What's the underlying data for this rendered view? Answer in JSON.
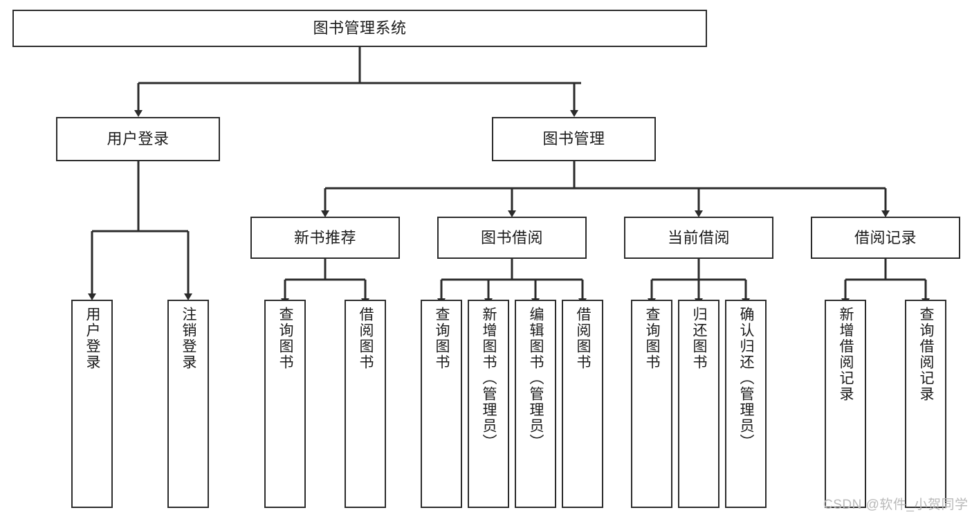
{
  "diagram": {
    "title": "图书管理系统",
    "type": "tree-hierarchy-chart",
    "line_color": "#2b2b2b",
    "box_fill": "#ffffff",
    "text_color": "#1a1a1a"
  },
  "watermark": {
    "text": "CSDN @软件_小贺同学",
    "color": "#b9b9b9"
  },
  "nodes": {
    "root": {
      "label": "图书管理系统"
    },
    "level2": [
      {
        "id": "user-login",
        "label": "用户登录"
      },
      {
        "id": "book-manage",
        "label": "图书管理"
      }
    ],
    "level3": [
      {
        "id": "new-book-recommend",
        "label": "新书推荐"
      },
      {
        "id": "book-borrow",
        "label": "图书借阅"
      },
      {
        "id": "current-borrow",
        "label": "当前借阅"
      },
      {
        "id": "borrow-record",
        "label": "借阅记录"
      }
    ],
    "leaves": {
      "user_login": [
        {
          "id": "leaf-user-login",
          "label": "用户登录"
        },
        {
          "id": "leaf-logout-login",
          "label": "注销登录"
        }
      ],
      "new_book_recommend": [
        {
          "id": "leaf-query-book-1",
          "label": "查询图书"
        },
        {
          "id": "leaf-borrow-book-1",
          "label": "借阅图书"
        }
      ],
      "book_borrow": [
        {
          "id": "leaf-query-book-2",
          "label": "查询图书"
        },
        {
          "id": "leaf-add-book",
          "label": "新增图书（管理员）"
        },
        {
          "id": "leaf-edit-book",
          "label": "编辑图书（管理员）"
        },
        {
          "id": "leaf-borrow-book-2",
          "label": "借阅图书"
        }
      ],
      "current_borrow": [
        {
          "id": "leaf-query-book-3",
          "label": "查询图书"
        },
        {
          "id": "leaf-return-book",
          "label": "归还图书"
        },
        {
          "id": "leaf-confirm-return",
          "label": "确认归还（管理员）"
        }
      ],
      "borrow_record": [
        {
          "id": "leaf-add-record",
          "label": "新增借阅记录"
        },
        {
          "id": "leaf-query-record",
          "label": "查询借阅记录"
        }
      ]
    }
  },
  "chart_data": {
    "type": "table",
    "title": "图书管理系统 功能结构图",
    "hierarchy": [
      {
        "level": 1,
        "label": "图书管理系统",
        "children": [
          {
            "level": 2,
            "label": "用户登录",
            "children": [
              {
                "level": 3,
                "label": "用户登录"
              },
              {
                "level": 3,
                "label": "注销登录"
              }
            ]
          },
          {
            "level": 2,
            "label": "图书管理",
            "children": [
              {
                "level": 3,
                "label": "新书推荐",
                "children": [
                  {
                    "level": 4,
                    "label": "查询图书"
                  },
                  {
                    "level": 4,
                    "label": "借阅图书"
                  }
                ]
              },
              {
                "level": 3,
                "label": "图书借阅",
                "children": [
                  {
                    "level": 4,
                    "label": "查询图书"
                  },
                  {
                    "level": 4,
                    "label": "新增图书（管理员）"
                  },
                  {
                    "level": 4,
                    "label": "编辑图书（管理员）"
                  },
                  {
                    "level": 4,
                    "label": "借阅图书"
                  }
                ]
              },
              {
                "level": 3,
                "label": "当前借阅",
                "children": [
                  {
                    "level": 4,
                    "label": "查询图书"
                  },
                  {
                    "level": 4,
                    "label": "归还图书"
                  },
                  {
                    "level": 4,
                    "label": "确认归还（管理员）"
                  }
                ]
              },
              {
                "level": 3,
                "label": "借阅记录",
                "children": [
                  {
                    "level": 4,
                    "label": "新增借阅记录"
                  },
                  {
                    "level": 4,
                    "label": "查询借阅记录"
                  }
                ]
              }
            ]
          }
        ]
      }
    ]
  }
}
